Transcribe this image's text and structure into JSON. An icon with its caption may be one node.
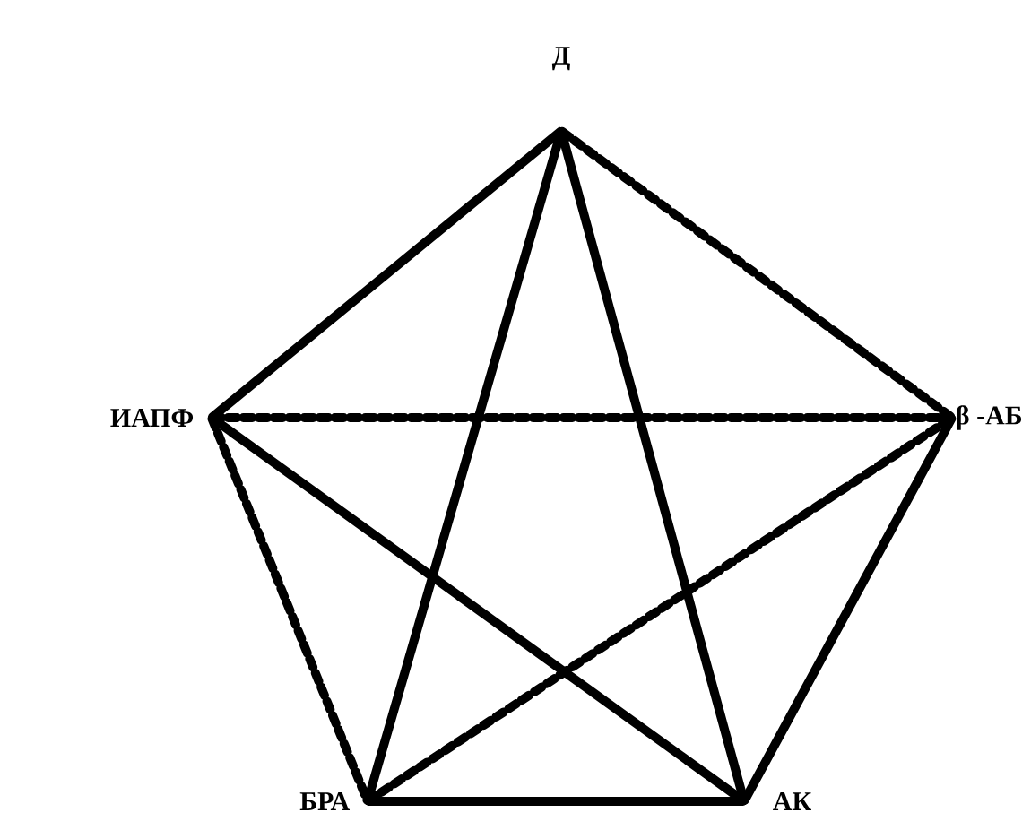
{
  "diagram": {
    "nodes": [
      {
        "text": [
          "Д"
        ]
      },
      {
        "text": [
          "ИАПФ"
        ]
      },
      {
        "text": [
          "β -АБ"
        ]
      },
      {
        "text": [
          "БРА"
        ]
      },
      {
        "text": [
          "АК"
        ]
      }
    ],
    "edges": [
      {
        "from": 0,
        "to": 1,
        "arrow": "none"
      },
      {
        "from": 0,
        "to": 3,
        "arrow": "none"
      },
      {
        "from": 0,
        "to": 4,
        "arrow": "none"
      },
      {
        "from": 0,
        "to": 2,
        "arrow": "none",
        "style": "dashed"
      },
      {
        "from": 1,
        "to": 2,
        "arrow": "none",
        "style": "dashed"
      },
      {
        "from": 1,
        "to": 4,
        "arrow": "none"
      },
      {
        "from": 1,
        "to": 3,
        "arrow": "none",
        "style": "dashed"
      },
      {
        "from": 3,
        "to": 2,
        "arrow": "none",
        "style": "dashed"
      },
      {
        "from": 3,
        "to": 4,
        "arrow": "none"
      },
      {
        "from": 2,
        "to": 4,
        "arrow": "none"
      }
    ]
  }
}
